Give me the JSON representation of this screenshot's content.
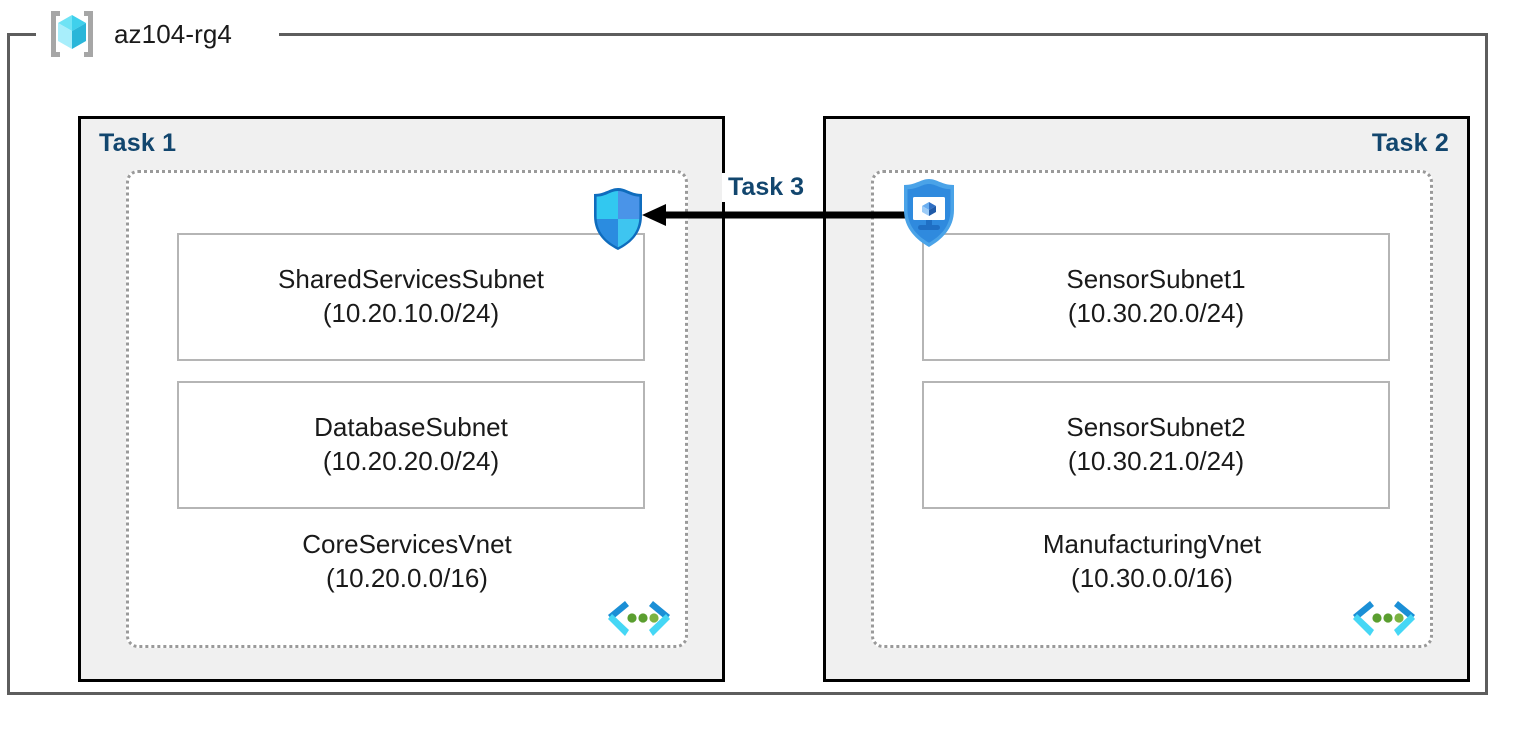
{
  "resource_group": {
    "name": "az104-rg4",
    "icon": "resource-group-cube-icon"
  },
  "tasks": [
    {
      "label": "Task 1",
      "label_align": "left",
      "vnet": {
        "name": "CoreServicesVnet",
        "cidr": "(10.20.0.0/16)",
        "icon": "virtual-network-icon",
        "subnets": [
          {
            "name": "SharedServicesSubnet",
            "cidr": "(10.20.10.0/24)"
          },
          {
            "name": "DatabaseSubnet",
            "cidr": "(10.20.20.0/24)"
          }
        ]
      }
    },
    {
      "label": "Task 2",
      "label_align": "right",
      "vnet": {
        "name": "ManufacturingVnet",
        "cidr": "(10.30.0.0/16)",
        "icon": "virtual-network-icon",
        "subnets": [
          {
            "name": "SensorSubnet1",
            "cidr": "(10.30.20.0/24)"
          },
          {
            "name": "SensorSubnet2",
            "cidr": "(10.30.21.0/24)"
          }
        ]
      }
    }
  ],
  "connector": {
    "label": "Task 3",
    "direction": "right-to-left",
    "source_icon": "bastion-shield-icon",
    "target_icon": "network-security-group-shield-icon"
  },
  "colors": {
    "task_label": "#12466e",
    "frame_border": "#5d5d5d",
    "task_border": "#000000",
    "task_fill": "#f0f0f0",
    "vnet_border": "#9a9a9a",
    "subnet_border": "#b5b5b5",
    "azure_blue": "#0078d4",
    "cyan": "#32c8f0",
    "green_dot": "#5a9e2f",
    "arrow": "#000000"
  }
}
